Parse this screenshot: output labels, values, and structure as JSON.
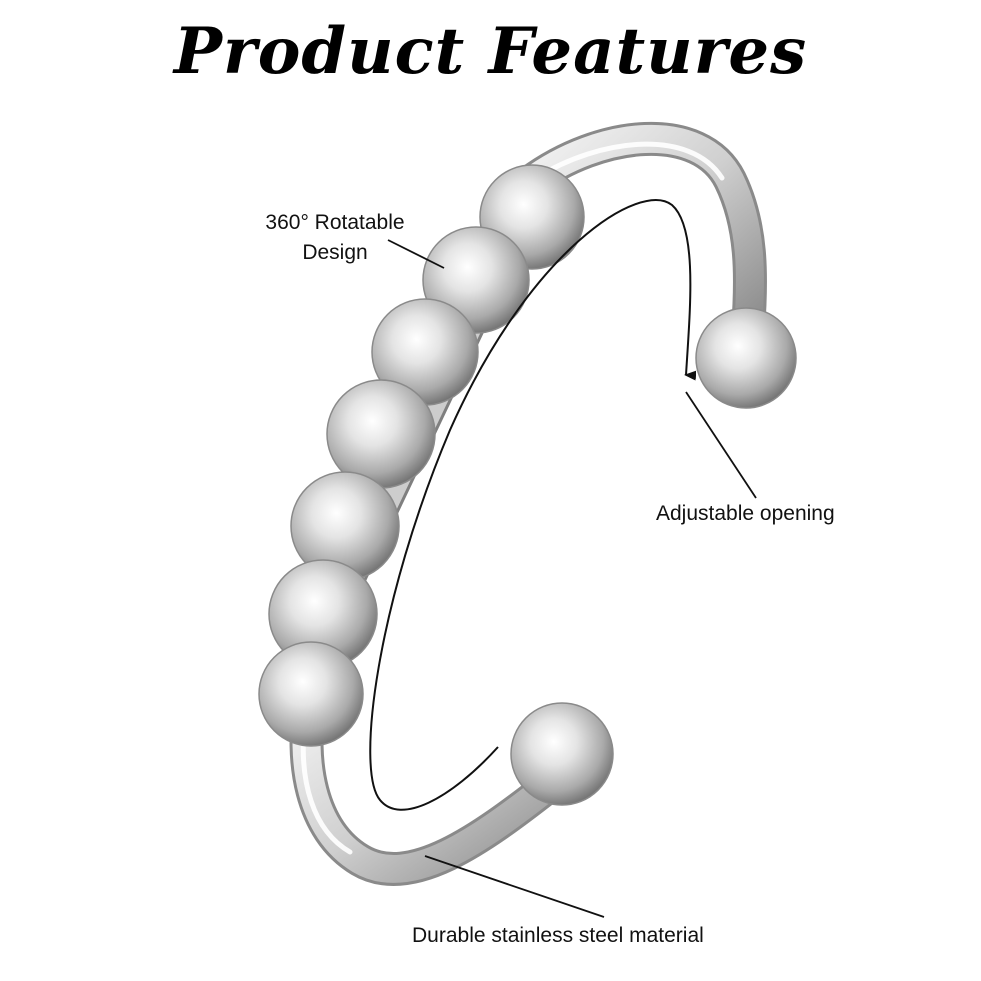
{
  "heading": "Product Features",
  "callouts": {
    "rotatable_line1": "360° Rotatable",
    "rotatable_line2": "Design",
    "adjustable": "Adjustable opening",
    "material": "Durable stainless steel material"
  },
  "colors": {
    "background": "#ffffff",
    "text": "#111111",
    "metal_light": "#f7f7f7",
    "metal_mid": "#c9c9c9",
    "metal_dark": "#7e7e7e",
    "leader_line": "#111111"
  },
  "icons": {
    "product": "open-spinner-ring-icon"
  }
}
